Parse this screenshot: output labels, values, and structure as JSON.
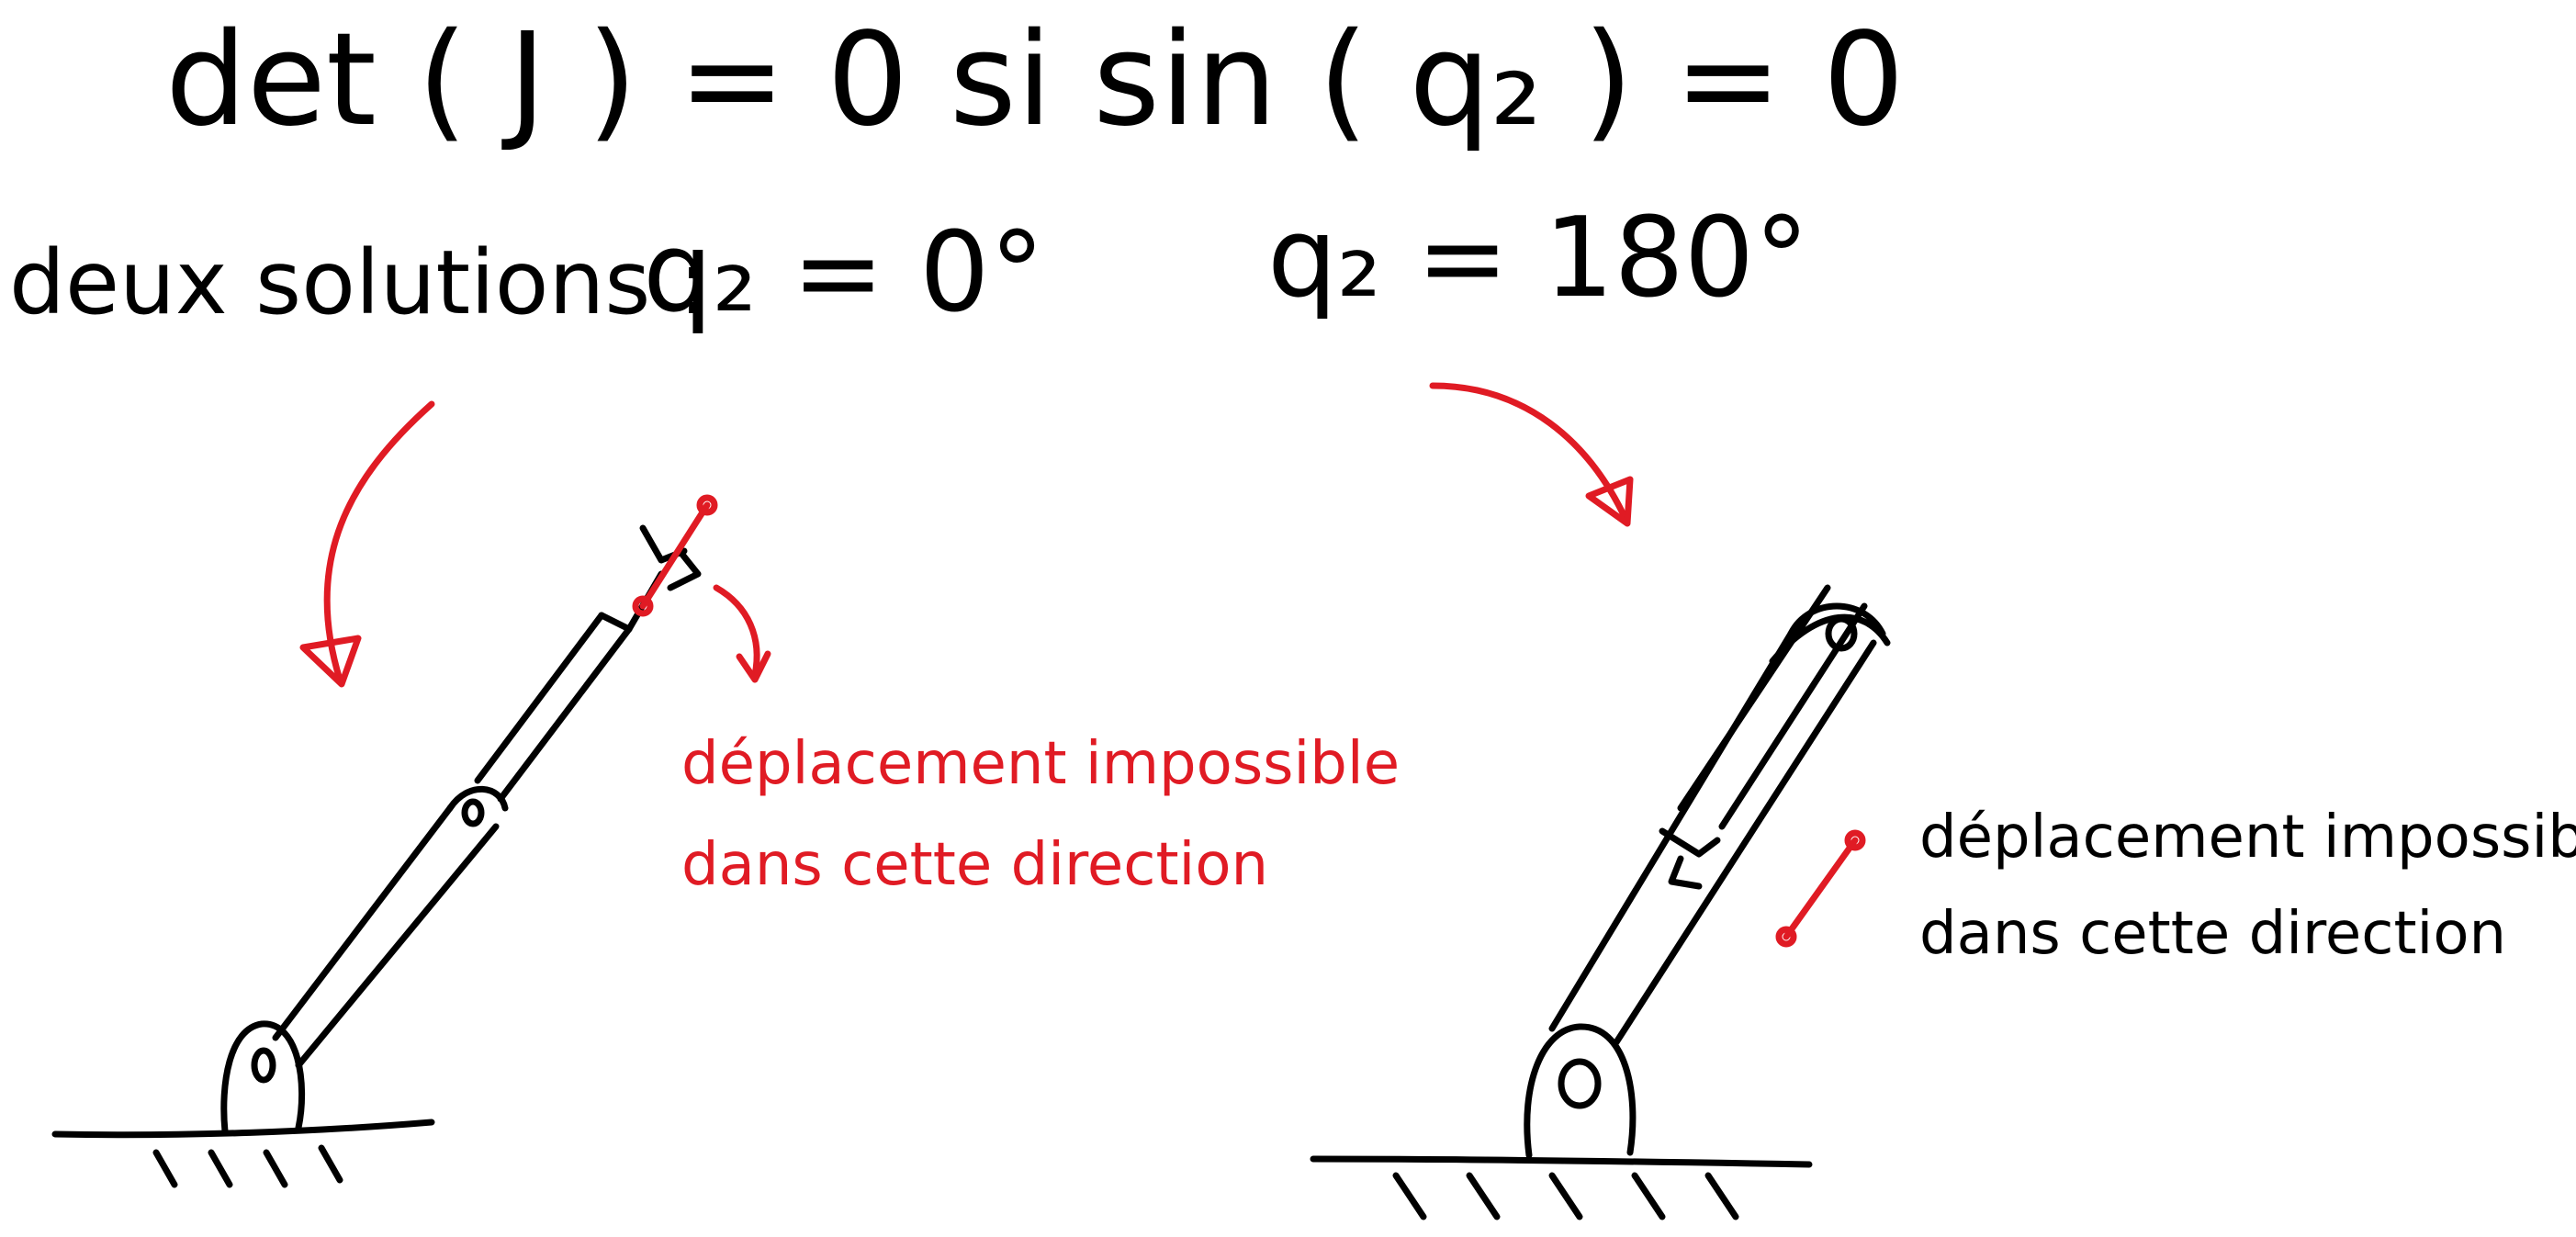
{
  "equation": {
    "text": "det ( J ) = 0    si    sin ( q₂ ) = 0"
  },
  "solutions": {
    "label": "deux solutions :",
    "first": "q₂ = 0°",
    "second": "q₂ = 180°"
  },
  "notes": {
    "left_line1": "déplacement impossible",
    "left_line2": "dans cette direction",
    "right_line1": "déplacement impossible",
    "right_line2": "dans cette direction"
  },
  "colors": {
    "ink": "#000000",
    "annotation": "#e01b24"
  }
}
